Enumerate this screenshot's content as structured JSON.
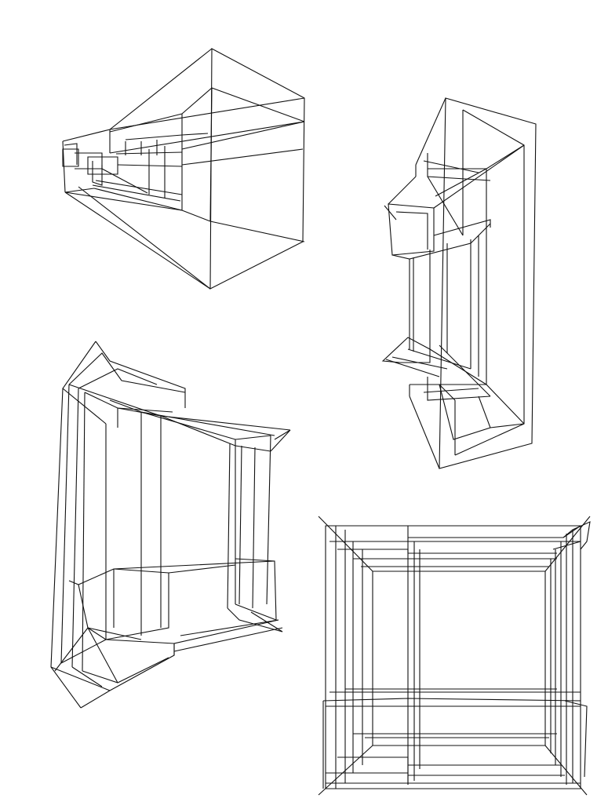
{
  "figure": {
    "panel_count": 4,
    "line_color": "#111111",
    "background_color": "#ffffff",
    "panels": [
      {
        "view": "oblique-perspective"
      },
      {
        "view": "rotated-perspective"
      },
      {
        "view": "tilted-perspective"
      },
      {
        "view": "front-orthographic"
      }
    ]
  }
}
